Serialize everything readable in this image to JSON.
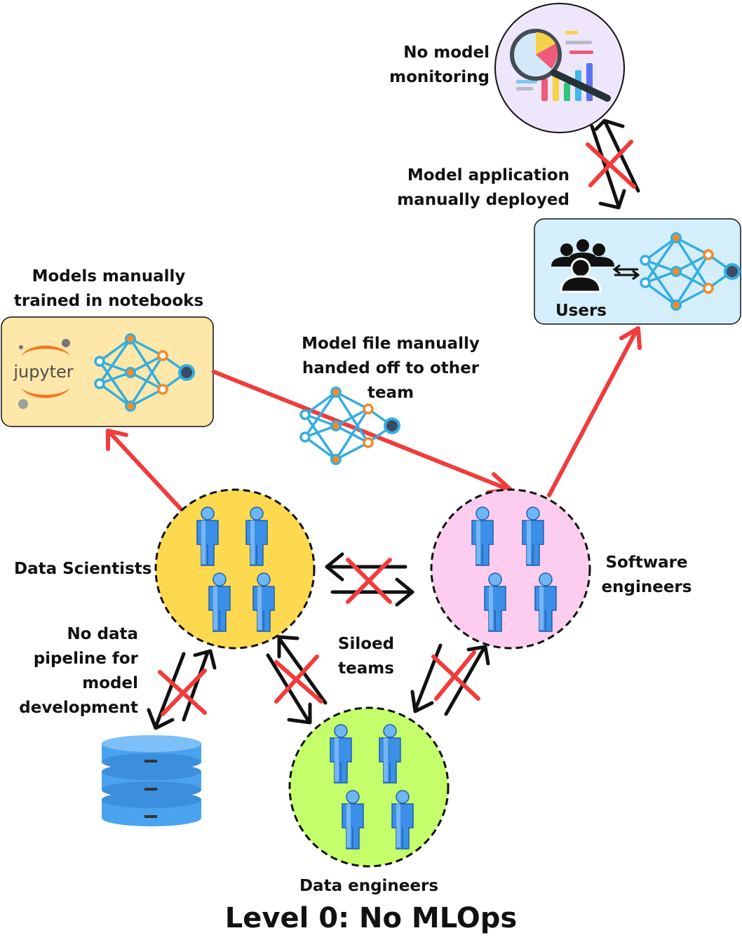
{
  "title": "Level 0: No MLOps",
  "labels": {
    "no_monitoring": [
      "No model",
      "monitoring"
    ],
    "deployed": [
      "Model application",
      "manually deployed"
    ],
    "trained": [
      "Models manually",
      "trained in notebooks"
    ],
    "handoff": [
      "Model file manually",
      "handed off to other",
      "team"
    ],
    "users": "Users",
    "data_scientists": "Data Scientists",
    "software_engineers": [
      "Software",
      "engineers"
    ],
    "no_pipeline": [
      "No data",
      "pipeline for",
      "model",
      "development"
    ],
    "siloed": [
      "Siloed",
      "teams"
    ],
    "data_engineers": "Data engineers",
    "jupyter_logo": "jupyter"
  },
  "colors": {
    "data_scientists": "#fdd94f",
    "software_engineers": "#fccdee",
    "data_engineers": "#c4ff6b",
    "notebook_box": "#fde7a9",
    "users_box": "#d5eefc",
    "monitoring_circle": "#eee6fb",
    "red": "#f03c3c",
    "neuron_blue": "#33aee0",
    "neuron_orange": "#f08a2a",
    "person_blue": "#3c8fe6",
    "database": "#4aa3ee"
  },
  "icons": [
    "monitoring-magnifier-icon",
    "neural-network-icon",
    "jupyter-logo-icon",
    "users-group-icon",
    "person-icon",
    "database-icon"
  ]
}
